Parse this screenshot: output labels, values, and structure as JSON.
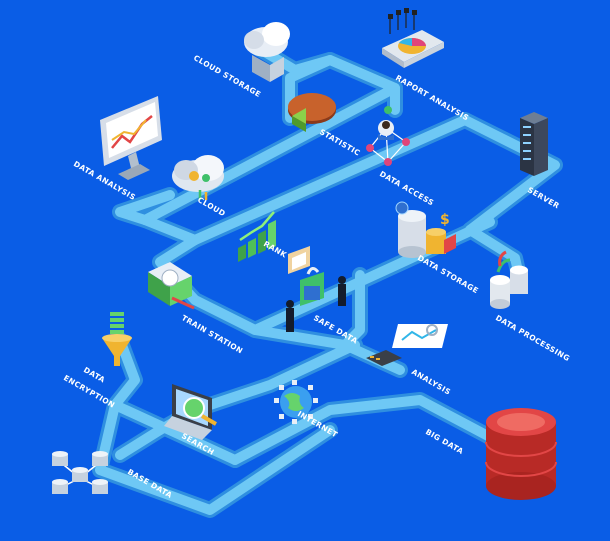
{
  "labels": {
    "cloud_storage": "CLOUD STORAGE",
    "raport_analysis": "RAPORT ANALYSIS",
    "statistic": "STATISTIC",
    "data_analysis": "DATA ANALYSIS",
    "cloud": "CLOUD",
    "data_access": "DATA ACCESS",
    "server": "SERVER",
    "rank": "RANK",
    "data_storage": "DATA STORAGE",
    "train_station": "TRAIN STATION",
    "safe_data": "SAFE DATA",
    "data_processing": "DATA PROCESSING",
    "data_encryption_1": "DATA",
    "data_encryption_2": "ENCRYPTION",
    "analysis": "ANALYSIS",
    "internet": "INTERNET",
    "search": "SEARCH",
    "big_data": "BIG DATA",
    "base_data": "BASE DATA"
  },
  "colors": {
    "background": "#0a5de6",
    "pipe": "#6ec8f5",
    "pipe_edge": "#2f8fe0",
    "big_data_cylinder": "#d8342f",
    "label": "#ffffff"
  }
}
